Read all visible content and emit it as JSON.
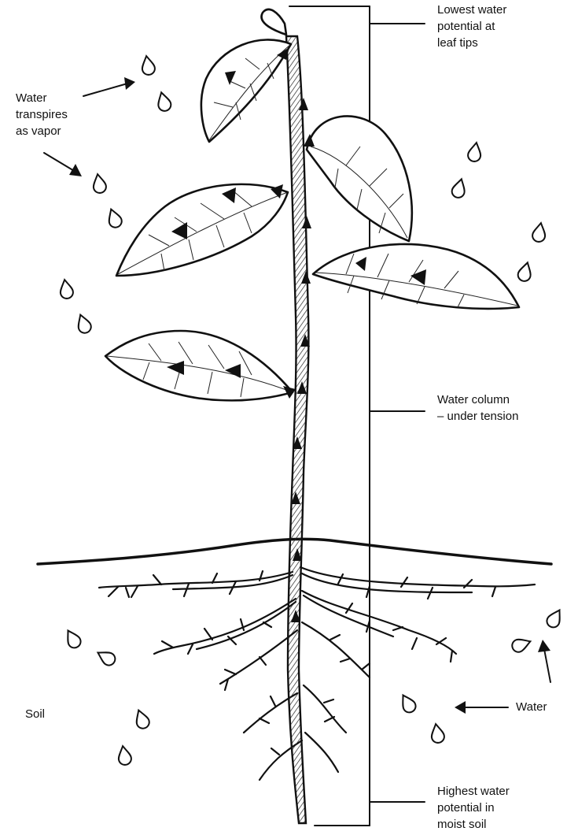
{
  "labels": {
    "lowest": "Lowest water\npotential at\nleaf tips",
    "transpire": "Water\ntranspires\nas vapor",
    "column": "Water column\n– under tension",
    "soil": "Soil",
    "water": "Water",
    "highest": "Highest water\npotential in\nmoist soil"
  }
}
